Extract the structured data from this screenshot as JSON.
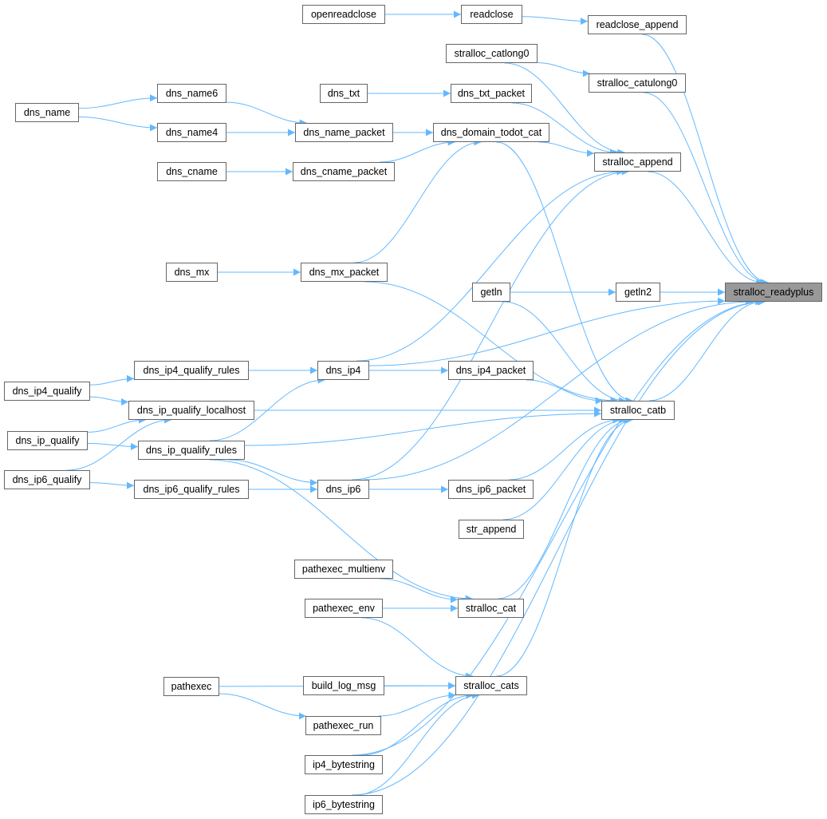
{
  "graph": {
    "root": "stralloc_readyplus",
    "edge_color": "#63b8ff",
    "root_fill": "#999999",
    "nodes": [
      "openreadclose",
      "readclose",
      "readclose_append",
      "stralloc_catlong0",
      "stralloc_catulong0",
      "dns_txt",
      "dns_txt_packet",
      "dns_name6",
      "dns_name",
      "dns_name4",
      "dns_name_packet",
      "dns_domain_todot_cat",
      "stralloc_append",
      "dns_cname",
      "dns_cname_packet",
      "dns_mx",
      "dns_mx_packet",
      "getln",
      "getln2",
      "stralloc_readyplus",
      "dns_ip4_qualify_rules",
      "dns_ip4",
      "dns_ip4_packet",
      "dns_ip4_qualify",
      "dns_ip_qualify_localhost",
      "stralloc_catb",
      "dns_ip_qualify",
      "dns_ip_qualify_rules",
      "dns_ip6_qualify",
      "dns_ip6_qualify_rules",
      "dns_ip6",
      "dns_ip6_packet",
      "str_append",
      "pathexec_multienv",
      "pathexec_env",
      "stralloc_cat",
      "build_log_msg",
      "stralloc_cats",
      "pathexec",
      "pathexec_run",
      "ip4_bytestring",
      "ip6_bytestring"
    ],
    "edges": [
      [
        "openreadclose",
        "readclose"
      ],
      [
        "readclose",
        "readclose_append"
      ],
      [
        "readclose_append",
        "stralloc_readyplus"
      ],
      [
        "stralloc_catlong0",
        "stralloc_catulong0"
      ],
      [
        "stralloc_catlong0",
        "stralloc_append"
      ],
      [
        "stralloc_catulong0",
        "stralloc_readyplus"
      ],
      [
        "dns_txt",
        "dns_txt_packet"
      ],
      [
        "dns_txt_packet",
        "stralloc_append"
      ],
      [
        "dns_name",
        "dns_name6"
      ],
      [
        "dns_name",
        "dns_name4"
      ],
      [
        "dns_name6",
        "dns_name_packet"
      ],
      [
        "dns_name4",
        "dns_name_packet"
      ],
      [
        "dns_name_packet",
        "dns_domain_todot_cat"
      ],
      [
        "dns_cname",
        "dns_cname_packet"
      ],
      [
        "dns_cname_packet",
        "dns_domain_todot_cat"
      ],
      [
        "dns_domain_todot_cat",
        "stralloc_append"
      ],
      [
        "dns_domain_todot_cat",
        "stralloc_catb"
      ],
      [
        "stralloc_append",
        "stralloc_readyplus"
      ],
      [
        "dns_mx",
        "dns_mx_packet"
      ],
      [
        "dns_mx_packet",
        "dns_domain_todot_cat"
      ],
      [
        "dns_mx_packet",
        "stralloc_catb"
      ],
      [
        "getln",
        "getln2"
      ],
      [
        "getln2",
        "stralloc_readyplus"
      ],
      [
        "getln",
        "stralloc_catb"
      ],
      [
        "dns_ip4",
        "stralloc_append"
      ],
      [
        "dns_ip4",
        "stralloc_readyplus"
      ],
      [
        "dns_ip4",
        "dns_ip4_packet"
      ],
      [
        "dns_ip4_packet",
        "stralloc_catb"
      ],
      [
        "dns_ip4_qualify_rules",
        "dns_ip4"
      ],
      [
        "dns_ip4_qualify",
        "dns_ip4_qualify_rules"
      ],
      [
        "dns_ip4_qualify",
        "dns_ip_qualify_localhost"
      ],
      [
        "dns_ip_qualify_localhost",
        "stralloc_catb"
      ],
      [
        "dns_ip_qualify",
        "dns_ip_qualify_rules"
      ],
      [
        "dns_ip_qualify",
        "dns_ip_qualify_localhost"
      ],
      [
        "dns_ip6_qualify",
        "dns_ip_qualify_localhost"
      ],
      [
        "dns_ip6_qualify",
        "dns_ip6_qualify_rules"
      ],
      [
        "dns_ip_qualify_rules",
        "dns_ip4"
      ],
      [
        "dns_ip_qualify_rules",
        "stralloc_catb"
      ],
      [
        "dns_ip_qualify_rules",
        "dns_ip6"
      ],
      [
        "dns_ip_qualify_rules",
        "stralloc_cat"
      ],
      [
        "dns_ip6_qualify_rules",
        "dns_ip6"
      ],
      [
        "dns_ip6",
        "dns_ip6_packet"
      ],
      [
        "dns_ip6_packet",
        "stralloc_catb"
      ],
      [
        "dns_ip6",
        "stralloc_readyplus"
      ],
      [
        "dns_ip6",
        "stralloc_append"
      ],
      [
        "str_append",
        "stralloc_catb"
      ],
      [
        "stralloc_catb",
        "stralloc_readyplus"
      ],
      [
        "pathexec_multienv",
        "stralloc_cat"
      ],
      [
        "pathexec_env",
        "stralloc_cat"
      ],
      [
        "pathexec_env",
        "stralloc_cats"
      ],
      [
        "stralloc_cat",
        "stralloc_catb"
      ],
      [
        "build_log_msg",
        "stralloc_cats"
      ],
      [
        "pathexec",
        "stralloc_cats"
      ],
      [
        "pathexec",
        "pathexec_run"
      ],
      [
        "pathexec_run",
        "stralloc_cats"
      ],
      [
        "ip4_bytestring",
        "stralloc_cats"
      ],
      [
        "ip4_bytestring",
        "stralloc_readyplus"
      ],
      [
        "ip6_bytestring",
        "stralloc_cats"
      ],
      [
        "ip6_bytestring",
        "stralloc_readyplus"
      ],
      [
        "stralloc_cats",
        "stralloc_catb"
      ]
    ]
  }
}
